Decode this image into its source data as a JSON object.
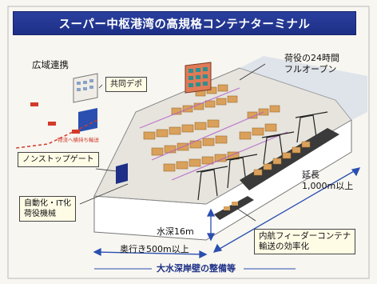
{
  "title": "スーパー中枢港湾の高規格コンテナターミナル",
  "labels": {
    "regional": "広域連携",
    "depot": "共同デポ",
    "hinterland_arrow": "物流へ横持ち輸送",
    "gate": "ノンストップゲート",
    "automation_line1": "自動化・IT化",
    "automation_line2": "荷役機械",
    "hours_line1": "荷役の24時間",
    "hours_line2": "フルオープン",
    "extension_line1": "延長",
    "extension_line2": "1,000m以上",
    "depth": "水深16m",
    "inner_line1": "内航フィーダーコンテナ",
    "inner_line2": "輸送の効率化",
    "length": "奥行き500m以上",
    "quay": "大水深岸壁の整備等"
  },
  "colors": {
    "title_bg": "#22369a",
    "container": "#d9a15b",
    "ship_hull": "#3a3a3a",
    "arrow_blue": "#2a4fb0",
    "arrow_red": "#d33a2a",
    "quay_wall": "#ffffff"
  }
}
